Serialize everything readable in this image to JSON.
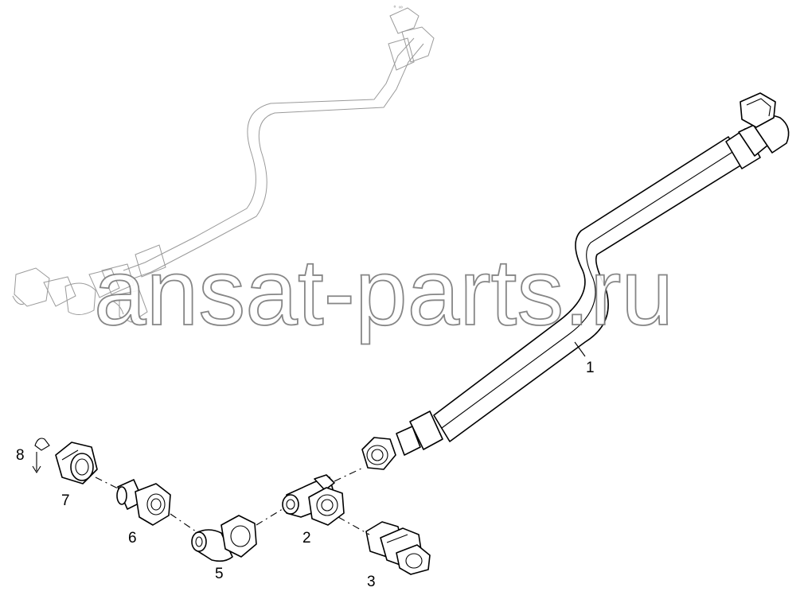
{
  "diagram": {
    "callouts": {
      "part1": "1",
      "part2": "2",
      "part3": "3",
      "part5": "5",
      "part6": "6",
      "part7": "7",
      "part8": "8"
    },
    "watermark": "ansat-parts.ru"
  }
}
